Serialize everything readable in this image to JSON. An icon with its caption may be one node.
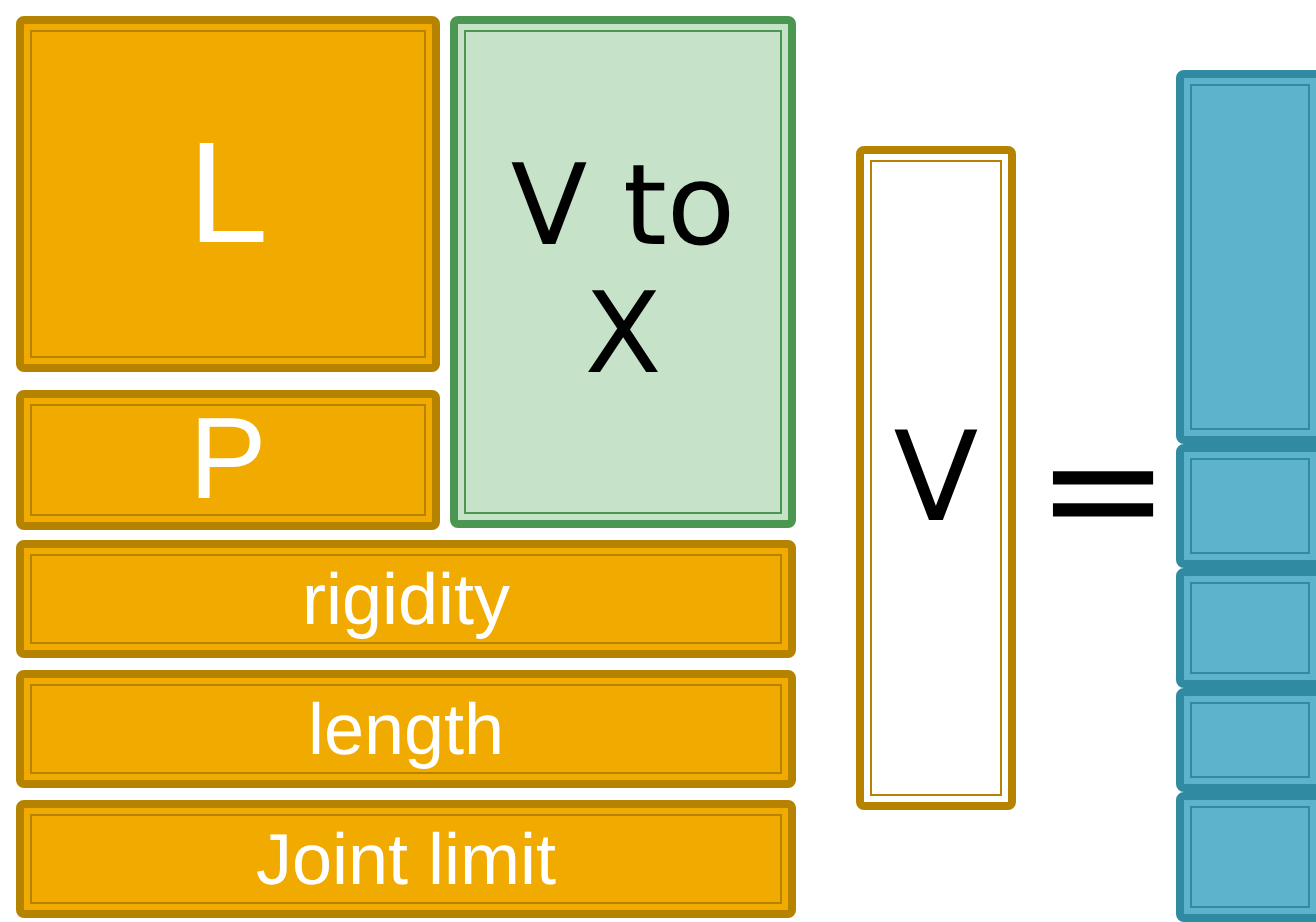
{
  "diagram": {
    "nodes": [
      {
        "text": [
          "L"
        ]
      },
      {
        "text": [
          "P"
        ]
      },
      {
        "text": [
          "V to X"
        ]
      },
      {
        "text": [
          "rigidity"
        ]
      },
      {
        "text": [
          "length"
        ]
      },
      {
        "text": [
          "Joint limit"
        ]
      },
      {
        "text": [
          "V"
        ]
      },
      {
        "text": [],
        "shape": "box"
      },
      {
        "text": [],
        "shape": "box"
      },
      {
        "text": [],
        "shape": "box"
      },
      {
        "text": [],
        "shape": "box"
      },
      {
        "text": [],
        "shape": "box"
      }
    ],
    "labels": [
      "="
    ]
  }
}
